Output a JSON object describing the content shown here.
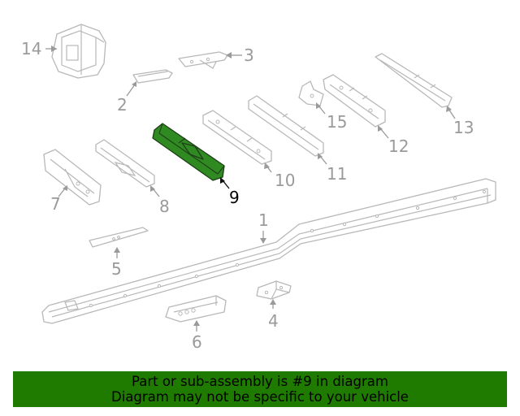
{
  "diagram": {
    "highlighted_part": "9",
    "callouts": {
      "c1": "1",
      "c2": "2",
      "c3": "3",
      "c4": "4",
      "c5": "5",
      "c6": "6",
      "c7": "7",
      "c8": "8",
      "c9": "9",
      "c10": "10",
      "c11": "11",
      "c12": "12",
      "c13": "13",
      "c14": "14",
      "c15": "15"
    },
    "colors": {
      "highlight_fill": "#2f8a22",
      "banner_bg": "#1f7a00",
      "line_gray": "#b8b8b8"
    }
  },
  "banner": {
    "line1": "Part or sub-assembly is #9 in diagram",
    "line2": "Diagram may not be specific to your vehicle"
  }
}
